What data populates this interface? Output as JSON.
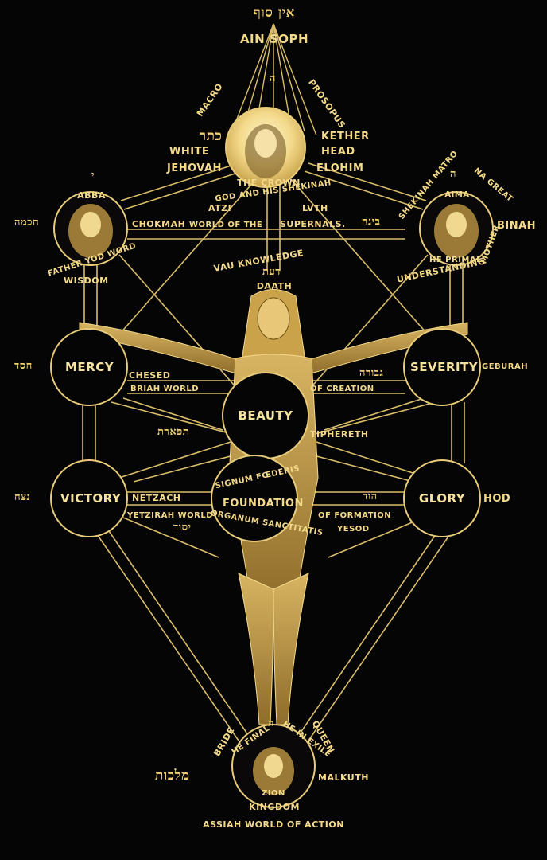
{
  "top": {
    "hebrew": "אין סוף",
    "title": "AIN SOPH",
    "heb_he": "ה"
  },
  "crown": {
    "macro": "MACRO",
    "prosopus": "PROSOPUS",
    "heb_left": "כתר",
    "kether": "KETHER",
    "white": "WHITE",
    "head": "HEAD",
    "jehovah": "JEHOVAH",
    "elohim": "ELOHIM",
    "the_crown": "THE CROWN",
    "god_shekinah": "GOD AND HIS SHEKINAH",
    "atzi": "ATZI",
    "luth": "LVTH"
  },
  "chokmah": {
    "yod": "י",
    "abba": "ABBA",
    "heb": "חכמה",
    "name": "CHOKMAH",
    "world": "WORLD OF THE",
    "father": "FATHER YOD WORD",
    "wisdom": "WISDOM"
  },
  "binah": {
    "supernals": "SUPERNALS.",
    "heb": "בינה",
    "aima": "AIMA",
    "binah": "BINAH",
    "matro": "SHEKINAH MATRO",
    "heb_he": "ה",
    "na_great": "NA GREAT",
    "mother": "MOTHER",
    "primal": "HE PRIMAL",
    "understanding": "UNDERSTANDING"
  },
  "daath": {
    "vau": "VAU KNOWLEDGE",
    "heb": "דעת",
    "name": "DAATH"
  },
  "mercy": {
    "heb": "חסד",
    "name": "MERCY",
    "chesed": "CHESED",
    "briah": "BRIAH WORLD"
  },
  "severity": {
    "name": "SEVERITY",
    "geburah": "GEBURAH",
    "heb": "גבורה",
    "creation": "OF CREATION"
  },
  "beauty": {
    "name": "BEAUTY",
    "heb": "תפארת",
    "tiphereth": "TIPHERETH"
  },
  "victory": {
    "heb": "נצח",
    "name": "VICTORY",
    "netzach": "NETZACH",
    "yetzirah": "YETZIRAH WORLD",
    "yesod_heb": "יסוד"
  },
  "foundation": {
    "signum": "SIGNUM FŒDERIS",
    "name": "FOUNDATION",
    "organum": "ORGANUM SANCTITATIS"
  },
  "glory": {
    "heb": "הוד",
    "name": "GLORY",
    "hod": "HOD",
    "formation": "OF FORMATION",
    "yesod": "YESOD"
  },
  "malkuth": {
    "heb_he": "ה",
    "bride": "BRIDE",
    "queen": "QUEEN",
    "he_final": "HE FINAL",
    "he_exile": "HE IN EXILE",
    "heb": "מלכות",
    "malkuth": "MALKUTH",
    "zion": "ZION",
    "kingdom": "KINGDOM",
    "assiah": "ASSIAH WORLD OF ACTION"
  },
  "colors": {
    "gold": "#f3d98a",
    "line": "#d9bd6a",
    "background": "#060506"
  }
}
